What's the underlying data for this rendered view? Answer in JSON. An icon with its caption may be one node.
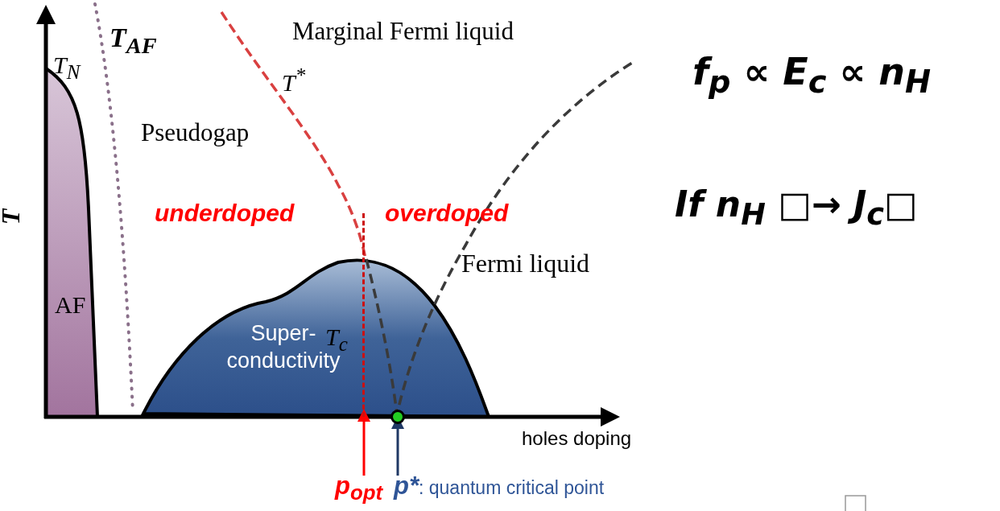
{
  "diagram": {
    "nodes": [
      {
        "text": [
          "p$_{opt}$"
        ]
      },
      {
        "text": [
          "p*",
          ": quantum critical point"
        ]
      },
      {
        "text": [],
        "shape": "bar"
      },
      {
        "text": [],
        "shape": "circle"
      }
    ],
    "edges": [
      {
        "from": 0,
        "to": 2,
        "arrow": "to",
        "color": "#ff0000"
      },
      {
        "from": 1,
        "to": 3,
        "arrow": "to",
        "color": "#1f3864"
      }
    ],
    "labels": [
      "T$_{AF}$",
      "Marginal Fermi liquid",
      "T$_{N}$",
      "T$^{*}$",
      "f$_{p}$ ∝ E$_{c}$ ∝ n$_{H}$",
      "Pseudogap",
      "T",
      "underdoped",
      "overdoped",
      "If n$_{H}$ □→ J$_{c}$□",
      "Fermi liquid",
      "T$_{c}$",
      "AF",
      "Super- conductivity",
      "holes doping"
    ]
  }
}
